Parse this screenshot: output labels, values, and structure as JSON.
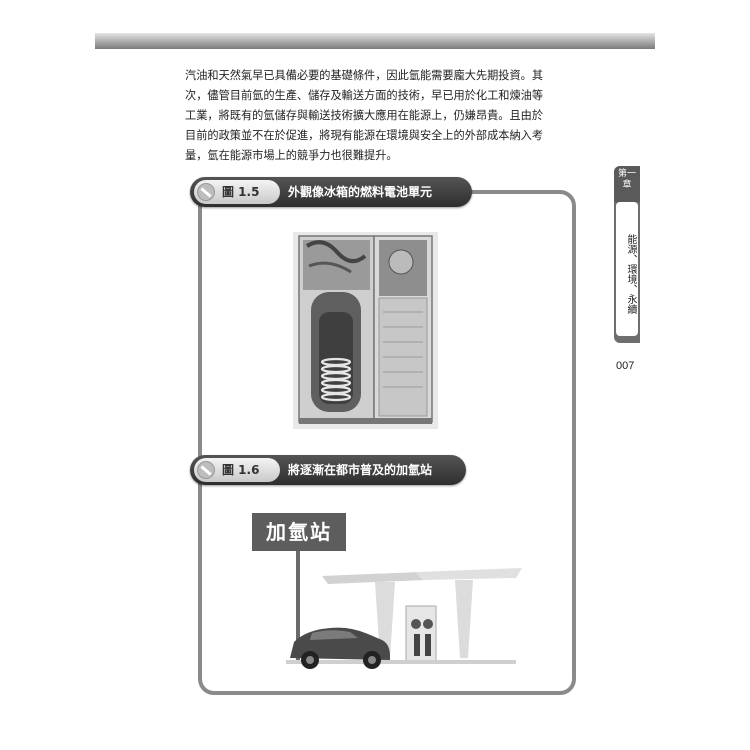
{
  "paragraph_lines": [
    "汽油和天然氣早已具備必要的基礎條件，因此氫能需要龐大先期投資。其",
    "次，儘管目前氫的生產、儲存及輸送方面的技術，早已用於化工和煉油等",
    "工業，將既有的氫儲存與輸送技術擴大應用在能源上，仍嫌昂貴。且由於",
    "目前的政策並不在於促進，將現有能源在環境與安全上的外部成本納入考",
    "量，氫在能源市場上的競爭力也很難提升。"
  ],
  "side_tab": {
    "chapter": "第一章",
    "title": "能源、環境、永續"
  },
  "page_number": "007",
  "figures": [
    {
      "label": "圖 1.5",
      "title": "外觀像冰箱的燃料電池單元"
    },
    {
      "label": "圖 1.6",
      "title": "將逐漸在都市普及的加氫站"
    }
  ],
  "station_sign": "加氫站",
  "icons": {
    "figure_marker": "no-entry-icon"
  },
  "colors": {
    "rule": "#8a8a8a",
    "pill": "#3a3a3a",
    "sign": "#5d5d5d"
  }
}
